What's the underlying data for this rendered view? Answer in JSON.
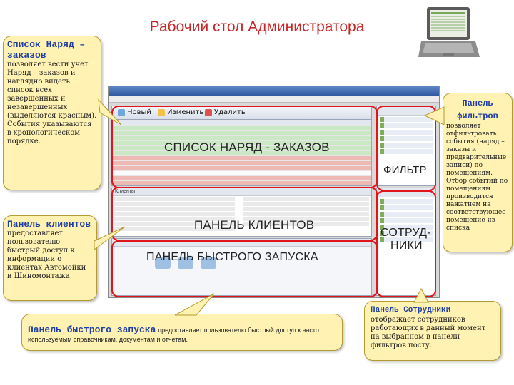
{
  "page_title": "Рабочий стол Администратора",
  "callouts": {
    "orders": {
      "heading": "Список Наряд – заказов",
      "body": "позволяет вести учет Наряд – заказов и наглядно видеть список всех завершенных и незавершенных (выделяются красным). События указываются в хронологическом порядке."
    },
    "clients": {
      "heading": "Панель клиентов",
      "body": "предоставляет пользователю быстрый доступ к информации о клиентах Автомойки и Шиномонтажа"
    },
    "filters": {
      "heading": "Панель фильтров",
      "body": "позволяет отфильтровать события (наряд – заказы и предварительные записи) по помещениям. Отбор событий по помещениям производится нажатием на соответствующее помещение из списка"
    },
    "quick_launch": {
      "heading": "Панель быстрого запуска",
      "body": "предоставляет пользователю быстрый доступ к часто используемым справочникам, документам и отчетам."
    },
    "employees": {
      "heading": "Панель Сотрудники",
      "body": "отображает сотрудников работающих в данный момент на выбранном в панели фильтров посту."
    }
  },
  "screen_labels": {
    "orders_list": "СПИСОК НАРЯД - ЗАКАЗОВ",
    "filter": "ФИЛЬТР",
    "clients_panel": "ПАНЕЛЬ КЛИЕНТОВ",
    "employees_line1": "СОТРУД-",
    "employees_line2": "НИКИ",
    "quick_launch_panel": "ПАНЕЛЬ БЫСТРОГО ЗАПУСКА"
  },
  "toolbar": {
    "new": "Новый",
    "change": "Изменить",
    "delete": "Удалить"
  },
  "clients_tab": "Клиенты",
  "colors": {
    "title": "#c62828",
    "callout_bg": "#fff2b3",
    "callout_heading": "#1f3fa3",
    "highlight_border": "#e0141a"
  }
}
